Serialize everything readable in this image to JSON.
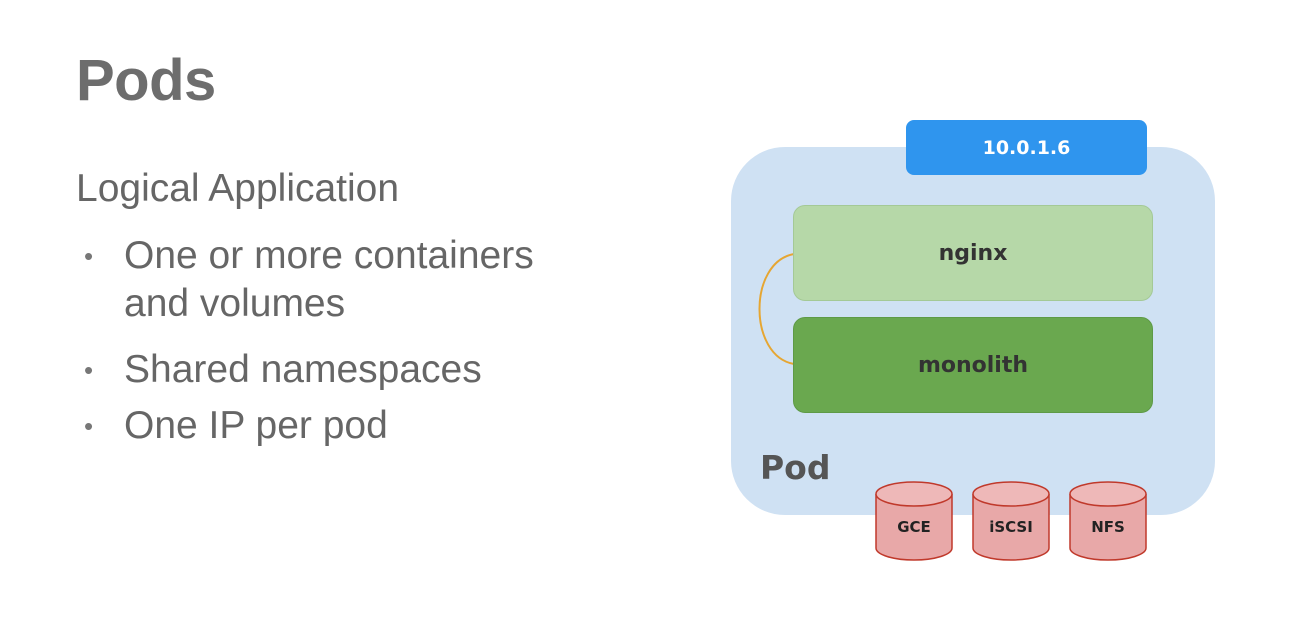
{
  "slide": {
    "title": "Pods",
    "subtitle": "Logical Application",
    "bullets": [
      "One or more containers and volumes",
      "Shared namespaces",
      "One IP per pod"
    ]
  },
  "diagram": {
    "ip_address": "10.0.1.6",
    "containers": [
      {
        "label": "nginx"
      },
      {
        "label": "monolith"
      }
    ],
    "pod_label": "Pod",
    "volumes": [
      {
        "label": "GCE"
      },
      {
        "label": "iSCSI"
      },
      {
        "label": "NFS"
      }
    ],
    "colors": {
      "pod_background": "#cfe1f3",
      "ip_tab": "#2f95ee",
      "nginx": "#b6d8a8",
      "monolith": "#6aa84f",
      "link": "#e6a632",
      "volume_fill": "#e8a8a8",
      "volume_stroke": "#c0392b"
    }
  }
}
